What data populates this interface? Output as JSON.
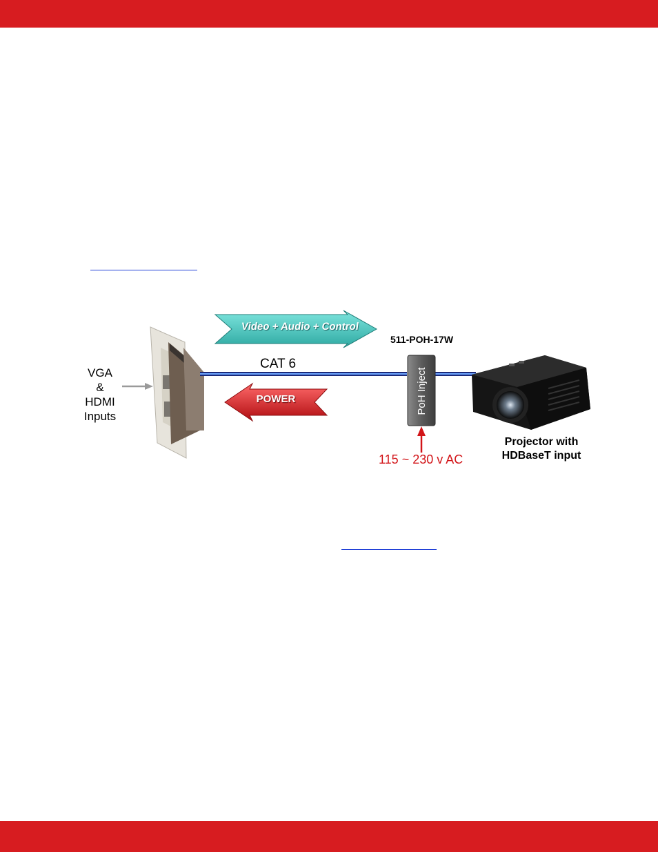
{
  "colors": {
    "header_bar": "#d71c20",
    "footer_bar": "#d71c20",
    "link": "#1f3fd6",
    "cable": "#3a6fd0",
    "signal_arrow": "#3cc9bf",
    "power_arrow": "#d0141a",
    "ac_text": "#d21418"
  },
  "diagram": {
    "inputs_label": "VGA\n&\nHDMI\nInputs",
    "cable_label": "CAT 6",
    "signal_arrow_label": "Video + Audio + Control",
    "power_arrow_label": "POWER",
    "injector_model": "511-POH-17W",
    "injector_label": "PoH Inject",
    "ac_label": "115 ~ 230 v AC",
    "projector_label": "Projector with\nHDBaseT input"
  },
  "icons": {
    "wall_plate": "wall-plate-icon",
    "projector": "projector-icon",
    "injector": "poh-injector-icon"
  }
}
